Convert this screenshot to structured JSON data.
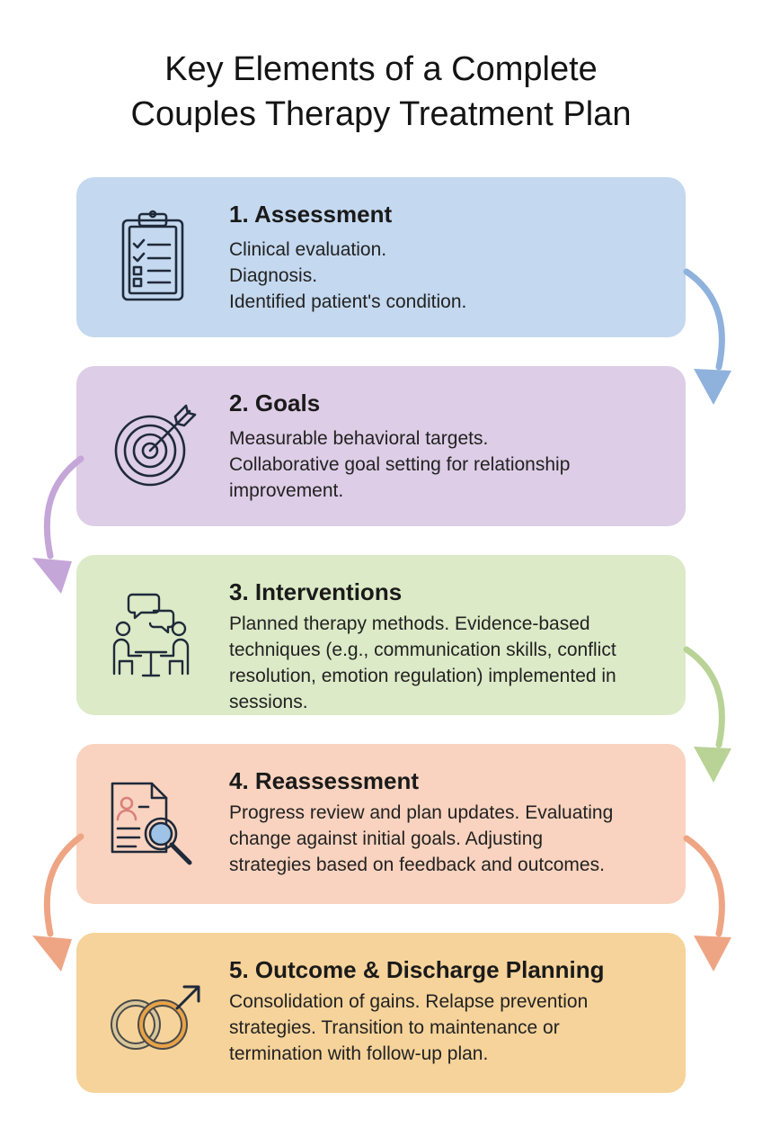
{
  "title": {
    "line1": "Key Elements of a Complete",
    "line2": "Couples Therapy Treatment Plan"
  },
  "steps": [
    {
      "heading": "1. Assessment",
      "lines": [
        "Clinical evaluation.",
        "Diagnosis.",
        "Identified patient's condition."
      ],
      "icon": "clipboard-checklist-icon",
      "color": "#c4d8ef"
    },
    {
      "heading": "2. Goals",
      "lines": [
        "Measurable behavioral targets.",
        "Collaborative goal setting for relationship",
        "improvement."
      ],
      "icon": "target-arrow-icon",
      "color": "#ddcde6"
    },
    {
      "heading": "3. Interventions",
      "lines": [
        "Planned therapy methods. Evidence-based",
        "techniques (e.g., communication skills, conflict",
        "resolution, emotion regulation) implemented in",
        "sessions."
      ],
      "icon": "couple-talking-icon",
      "color": "#dceac7"
    },
    {
      "heading": "4. Reassessment",
      "lines": [
        "Progress review and plan updates. Evaluating",
        "change against initial goals. Adjusting",
        "strategies based on feedback and outcomes."
      ],
      "icon": "document-magnifier-icon",
      "color": "#f9d3bf"
    },
    {
      "heading": "5. Outcome & Discharge Planning",
      "lines": [
        "Consolidation of gains. Relapse prevention",
        "strategies. Transition to maintenance or",
        "termination with follow-up plan."
      ],
      "icon": "interlocking-rings-icon",
      "color": "#f6d39a"
    }
  ],
  "arrow_colors": {
    "blue": "#8fb2dd",
    "purple": "#c5a6d8",
    "green": "#b9d296",
    "salmon": "#eea584"
  }
}
